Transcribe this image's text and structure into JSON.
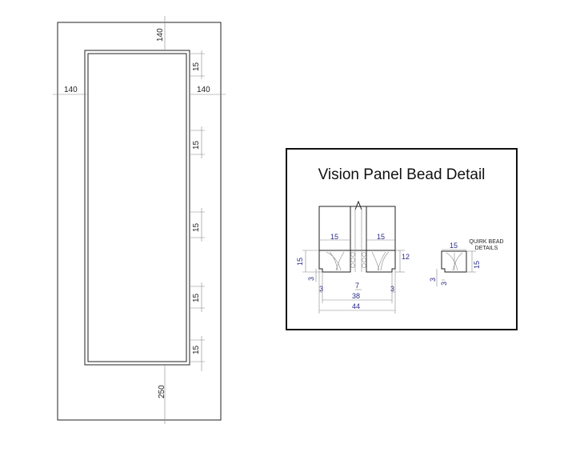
{
  "door": {
    "top_rail": "140",
    "left_stile": "140",
    "right_stile": "140",
    "bottom_rail": "250",
    "bead_labels": [
      "15",
      "15",
      "15",
      "15",
      "15"
    ]
  },
  "detail": {
    "title": "Vision Panel Bead Detail",
    "left_bead_width": "15",
    "right_bead_width": "15",
    "left_bead_height": "15",
    "right_bead_height": "12",
    "left_quirk": "3",
    "right_quirk": "3",
    "bottom_left_step": "3",
    "glass_gap": "7",
    "inner_overall": "38",
    "overall_width": "44",
    "quirk_bead_width": "15",
    "quirk_bead_height": "15",
    "quirk_bead_quirk": "3",
    "quirk_bead_step": "3",
    "quirk_note_line1": "QUIRK BEAD",
    "quirk_note_line2": "DETAILS"
  }
}
